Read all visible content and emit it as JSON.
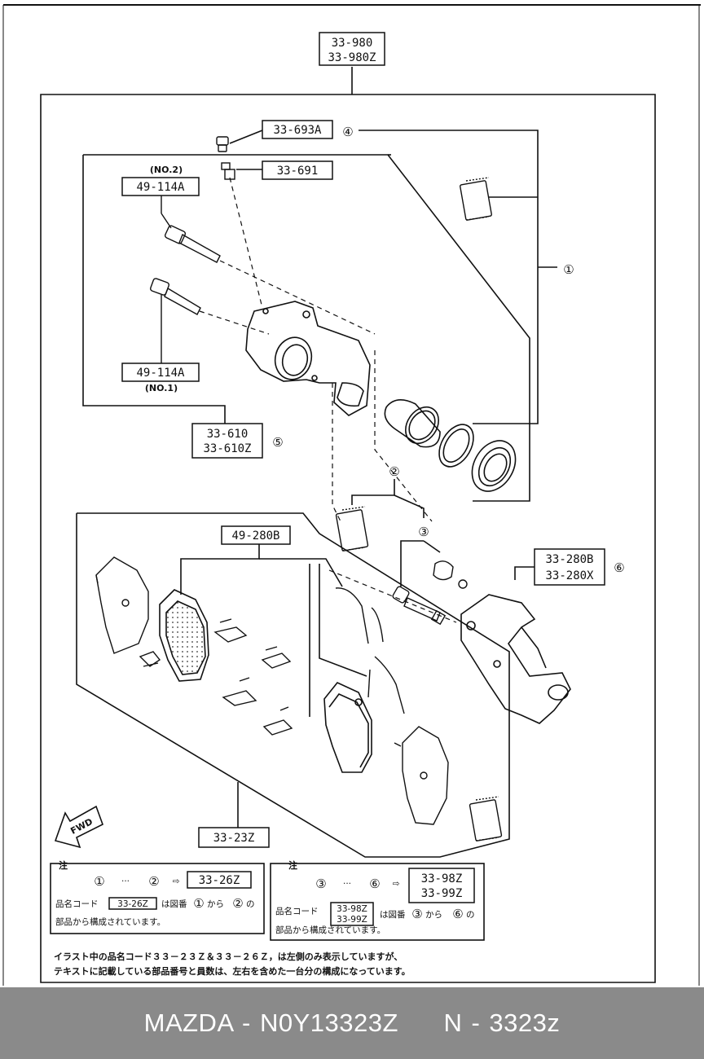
{
  "labels": {
    "assembly_top_1": "33-980",
    "assembly_top_2": "33-980Z",
    "bleeder_cap": "33-693A",
    "bleeder_screw": "33-691",
    "no2": "(NO.2)",
    "guide_pin_upper": "49-114A",
    "guide_pin_lower": "49-114A",
    "no1": "(NO.1)",
    "caliper_1": "33-610",
    "caliper_2": "33-610Z",
    "pad_set": "49-280B",
    "bracket_1": "33-280B",
    "bracket_2": "33-280X",
    "pad_kit": "33-23Z",
    "fwd": "FWD"
  },
  "callouts": {
    "c1": "①",
    "c2": "②",
    "c3": "③",
    "c4": "④",
    "c5": "⑤",
    "c6": "⑥"
  },
  "note_left": {
    "title": "注",
    "formula_a": "①",
    "dots": "···",
    "formula_b": "②",
    "arrow": "⇨",
    "code": "33-26Z",
    "line1_pre": "品名コード",
    "line1_code": "33-26Z",
    "line1_mid": "は図番",
    "line1_a": "①",
    "line1_kara": "から",
    "line1_b": "②",
    "line1_no": "の",
    "line2": "部品から構成されています。"
  },
  "note_right": {
    "title": "注",
    "formula_a": "③",
    "dots": "···",
    "formula_b": "⑥",
    "arrow": "⇨",
    "code_1": "33-98Z",
    "code_2": "33-99Z",
    "line1_pre": "品名コード",
    "line1_code_1": "33-98Z",
    "line1_code_2": "33-99Z",
    "line1_mid": "は図番",
    "line1_a": "③",
    "line1_kara": "から",
    "line1_b": "⑥",
    "line1_no": "の",
    "line2": "部品から構成されています。"
  },
  "bottom_note": {
    "line1": "イラスト中の品名コード３３－２３Ｚ＆３３－２６Ｚ，は左側のみ表示していますが、",
    "line2": "テキストに記載している部品番号と員数は、左右を含めた一台分の構成になっています。"
  },
  "footer": {
    "text": "MAZDA - N0Y13323Z     N - 3323z"
  }
}
